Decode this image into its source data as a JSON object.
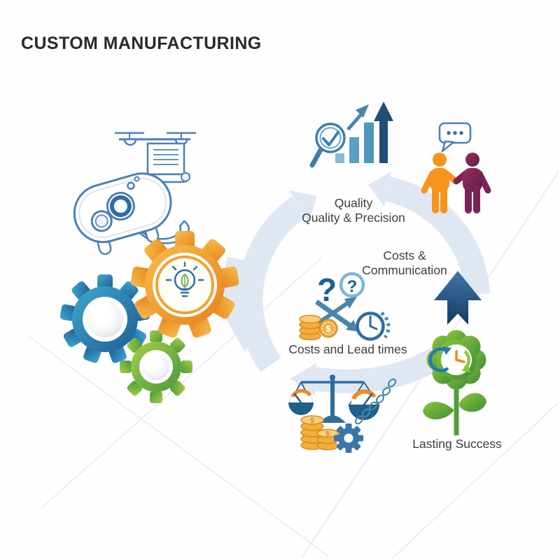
{
  "title": "CUSTOM MANUFACTURING",
  "labels": {
    "quality_line1": "Quality",
    "quality_line2": "Quality & Precision",
    "costs_comm_line1": "Costs &",
    "costs_comm_line2": "Communication",
    "costs_lead": "Costs and Lead times",
    "lasting_success": "Lasting Success"
  },
  "symbols": {
    "question_mark": "?",
    "dollar": "$"
  },
  "cycle_steps": [
    {
      "label": "Quality / Quality & Precision",
      "icon": "magnifier-check-bar-chart-icon"
    },
    {
      "label": "Costs & Communication",
      "icon": "people-handshake-speech-bubble-icon"
    },
    {
      "label": "Costs and Lead times",
      "icon": "question-coins-clock-icon"
    },
    {
      "label": "Lasting Success",
      "icon": "flower-clock-icon"
    }
  ],
  "icon_names": [
    "magnifier-check-icon",
    "bar-chart-growth-icon",
    "dark-up-arrow-icon",
    "diagonal-arrow-icon",
    "speech-bubble-icon",
    "people-handshake-icon",
    "question-marks-icon",
    "crossed-arrows-icon",
    "coins-icon",
    "clock-chain-icon",
    "balance-scale-icon",
    "gauge-icon",
    "small-gear-icon",
    "flower-clock-icon",
    "drone-document-icon",
    "printer-icon",
    "gears-lightbulb-icon",
    "cycle-arrows",
    "watermark-lines"
  ],
  "colors": {
    "title_text": "#2a2a2a",
    "label_text": "#3e3e3e",
    "dark_blue": "#1f4e79",
    "steel_blue": "#4a85ad",
    "light_blue": "#7db8d6",
    "line_art_blue": "#4a7fb5",
    "pale_cycle_arrow": "#dfe8f2",
    "orange_person": "#f7941e",
    "purple_person": "#7d2456",
    "gear_orange": "#ef9426",
    "gear_blue": "#2b83b4",
    "gear_green": "#6fae41",
    "gold_coin": "#f2ae3c",
    "gold_outline": "#d98c1f",
    "gauge_orange": "#ef8a1f",
    "flower_green": "#5aa53e"
  }
}
